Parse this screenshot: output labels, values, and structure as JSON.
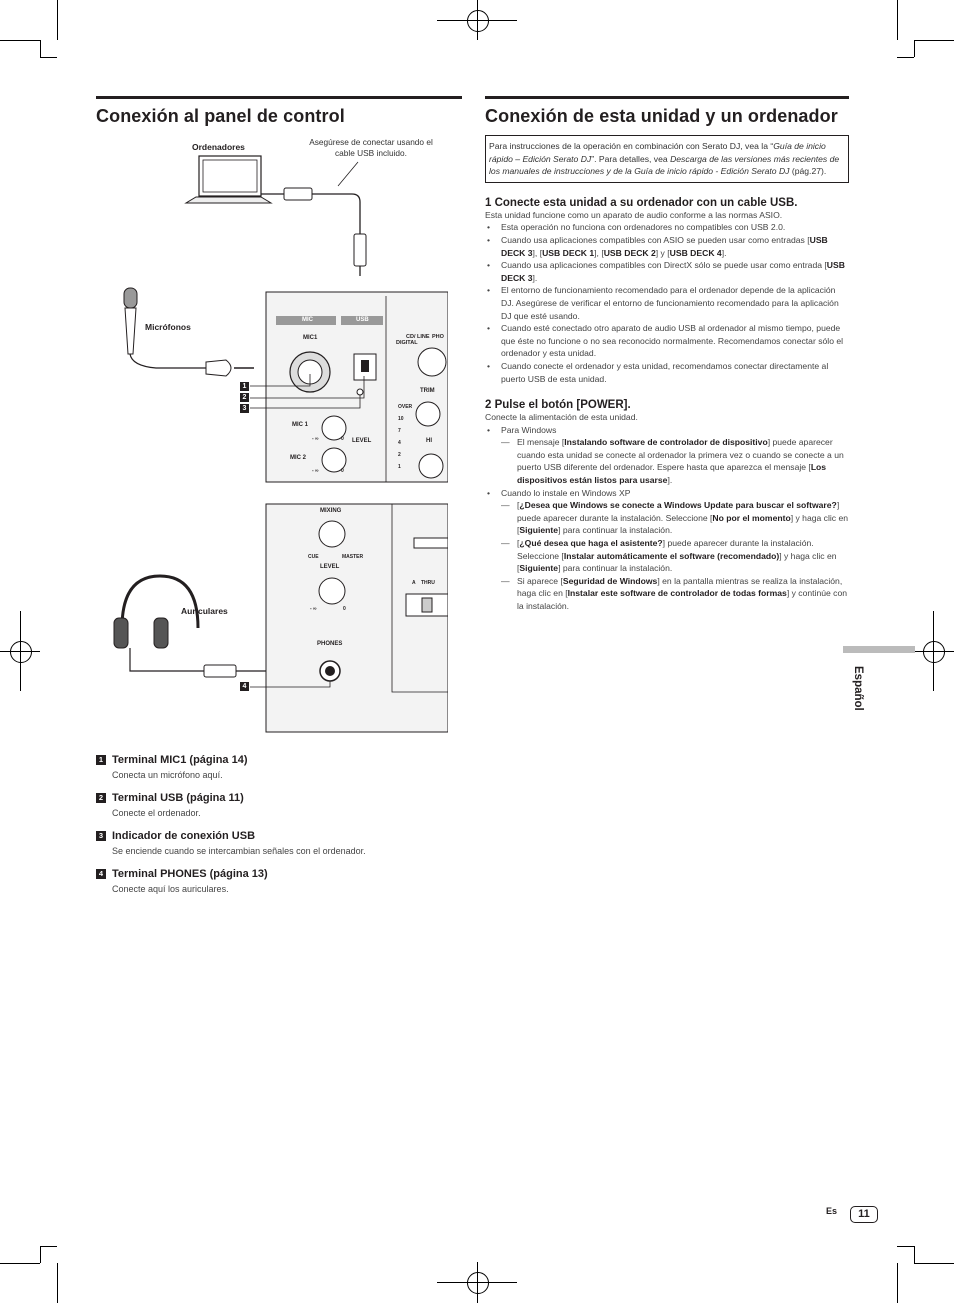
{
  "left": {
    "title": "Conexión al panel de control",
    "diagram": {
      "computers_label": "Ordenadores",
      "usb_note": "Asegúrese de conectar usando el cable USB incluido.",
      "microphones_label": "Micrófonos",
      "headphones_label": "Auriculares",
      "panel_labels": {
        "mic": "MIC",
        "usb": "USB",
        "mic1": "MIC1",
        "mic1_knob": "MIC 1",
        "mic2_knob": "MIC 2",
        "level": "LEVEL",
        "cd_line": "CD/ LINE",
        "digital": "DIGITAL",
        "pho": "PHO",
        "trim": "TRIM",
        "over": "OVER",
        "hi": "HI",
        "mixing": "MIXING",
        "cue": "CUE",
        "master": "MASTER",
        "level2": "LEVEL",
        "phones": "PHONES",
        "a": "A",
        "thru": "THRU",
        "meter": [
          "10",
          "7",
          "4",
          "2",
          "1"
        ],
        "minus_inf": "- ∞",
        "zero": "0"
      },
      "callouts": [
        "1",
        "2",
        "3",
        "4"
      ]
    },
    "items": [
      {
        "num": "1",
        "title": "Terminal MIC1 (página 14)",
        "desc": "Conecta un micrófono aquí."
      },
      {
        "num": "2",
        "title": "Terminal USB (página 11)",
        "desc": "Conecte el ordenador."
      },
      {
        "num": "3",
        "title": "Indicador de conexión USB",
        "desc": "Se enciende cuando se intercambian señales con el ordenador."
      },
      {
        "num": "4",
        "title": "Terminal PHONES (página 13)",
        "desc": "Conecte aquí los auriculares."
      }
    ]
  },
  "right": {
    "title": "Conexión de esta unidad y un ordenador",
    "info_1": "Para instrucciones de la operación en combinación con Serato DJ, vea la “",
    "info_2": "Guía de inicio rápido – Edición Serato DJ",
    "info_3": "”. Para detalles, vea ",
    "info_4": "Descarga de las versiones más recientes de los manuales de instrucciones y de la Guía de inicio rápido - Edición Serato DJ",
    "info_5": " (pág.27).",
    "step1": "1   Conecte esta unidad a su ordenador con un cable USB.",
    "step1_intro": "Esta unidad funcione como un aparato de audio conforme a las normas ASIO.",
    "step1_b1": "Esta operación no funciona con ordenadores no compatibles con USB 2.0.",
    "step1_b2a": "Cuando usa aplicaciones compatibles con ASIO se pueden usar como entradas [",
    "deck3": "USB DECK 3",
    "deck1": "USB DECK 1",
    "deck2": "USB DECK 2",
    "deck4": "USB DECK 4",
    "step1_b3a": "Cuando usa aplicaciones compatibles con DirectX sólo se puede usar como entrada [",
    "step1_b4": "El entorno de funcionamiento recomendado para el ordenador depende de la aplicación DJ. Asegúrese de verificar el entorno de funcionamiento recomendado para la aplicación DJ que esté usando.",
    "step1_b5": "Cuando esté conectado otro aparato de audio USB al ordenador al mismo tiempo, puede que éste no funcione o no sea reconocido normalmente. Recomendamos conectar sólo el ordenador y esta unidad.",
    "step1_b6": "Cuando conecte el ordenador y esta unidad, recomendamos conectar directamente al puerto USB de esta unidad.",
    "step2": "2   Pulse el botón [POWER].",
    "step2_intro": "Conecte la alimentación de esta unidad.",
    "windows": "Para Windows",
    "w1a": "El mensaje [",
    "w1b": "Instalando software de controlador de dispositivo",
    "w1c": "] puede aparecer cuando esta unidad se conecte al ordenador la primera vez o cuando se conecte a un puerto USB diferente del ordenador. Espere hasta que aparezca el mensaje [",
    "w1d": "Los dispositivos están listos para usarse",
    "w1e": "].",
    "xp": "Cuando lo instale en Windows XP",
    "x1b": "¿Desea que Windows se conecte a Windows Update para buscar el software?",
    "x1c": "] puede aparecer durante la instalación. Seleccione [",
    "x1d": "No por el momento",
    "x1e": "] y haga clic en [",
    "siguiente": "Siguiente",
    "x1f": "] para continuar la instalación.",
    "x2b": "¿Qué desea que haga el asistente?",
    "x2c": "] puede aparecer durante la instalación. Seleccione [",
    "x2d": "Instalar automáticamente el software (recomendado)",
    "x2e": "] y haga clic en [",
    "x2f": "] para continuar la instalación.",
    "x3a": "Si aparece [",
    "x3b": "Seguridad de Windows",
    "x3c": "] en la pantalla mientras se realiza la instalación, haga clic en [",
    "x3d": "Instalar este software de controlador de todas formas",
    "x3e": "] y continúe con la instalación."
  },
  "language_tab": "Español",
  "footer": {
    "lang_code": "Es",
    "page_number": "11"
  }
}
